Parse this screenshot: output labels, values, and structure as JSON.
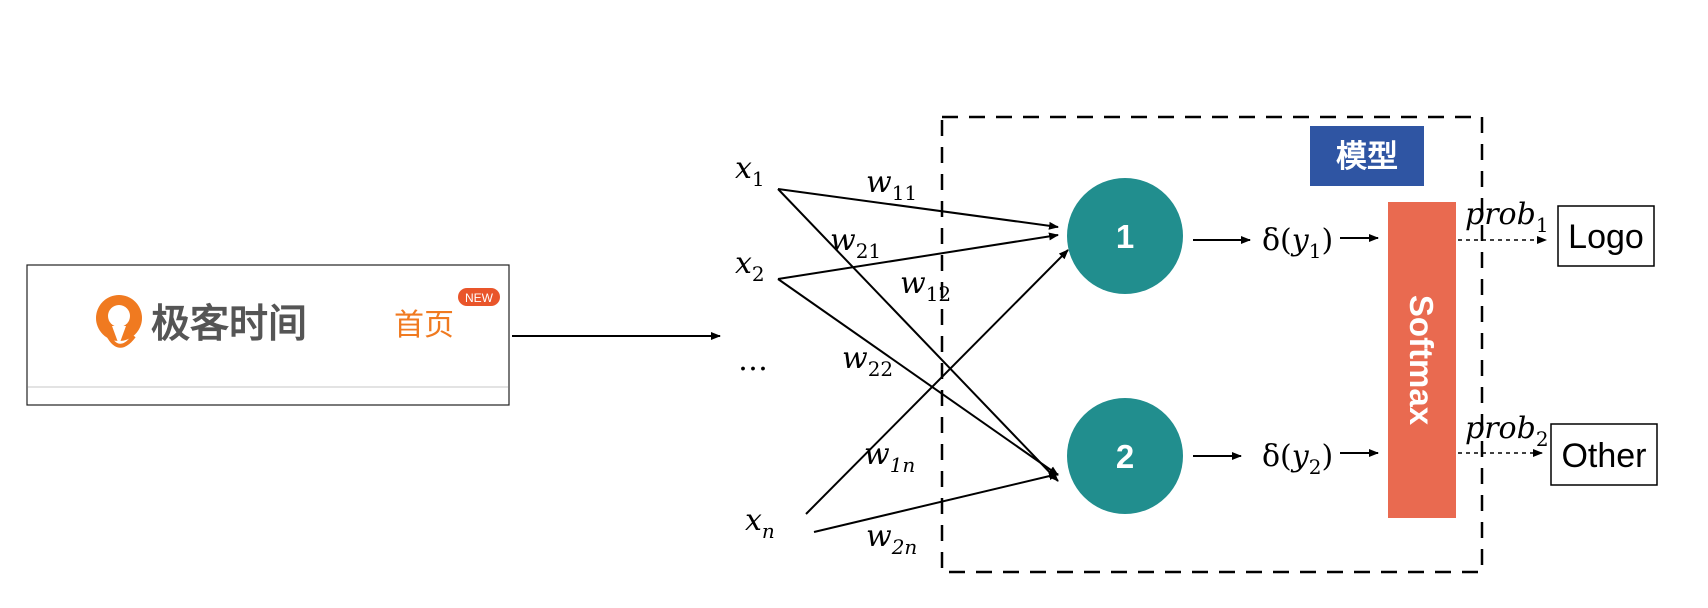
{
  "screenshot": {
    "logo_text": "极客时间",
    "nav_item": "首页",
    "badge": "NEW"
  },
  "inputs": {
    "x1": {
      "var": "x",
      "sub": "1"
    },
    "x2": {
      "var": "x",
      "sub": "2"
    },
    "dots": "…",
    "xn": {
      "var": "x",
      "sub": "n"
    }
  },
  "weights": {
    "w11": {
      "var": "w",
      "sub": "11"
    },
    "w21": {
      "var": "w",
      "sub": "21"
    },
    "w12": {
      "var": "w",
      "sub": "12"
    },
    "w22": {
      "var": "w",
      "sub": "22"
    },
    "w1n": {
      "var": "w",
      "sub": "1n"
    },
    "w2n": {
      "var": "w",
      "sub": "2n"
    }
  },
  "model_label": "模型",
  "nodes": {
    "n1": "1",
    "n2": "2"
  },
  "activations": {
    "a1": {
      "fn": "δ(",
      "var": "y",
      "sub": "1",
      "close": ")"
    },
    "a2": {
      "fn": "δ(",
      "var": "y",
      "sub": "2",
      "close": ")"
    }
  },
  "softmax_label": "Softmax",
  "probs": {
    "p1": {
      "var": "prob",
      "sub": "1"
    },
    "p2": {
      "var": "prob",
      "sub": "2"
    }
  },
  "outputs": {
    "logo": "Logo",
    "other": "Other"
  },
  "colors": {
    "node": "#218e8e",
    "softmax": "#e96a50",
    "model_box": "#2f55a3",
    "logo_orange": "#f07a20",
    "logo_gray": "#555555"
  }
}
